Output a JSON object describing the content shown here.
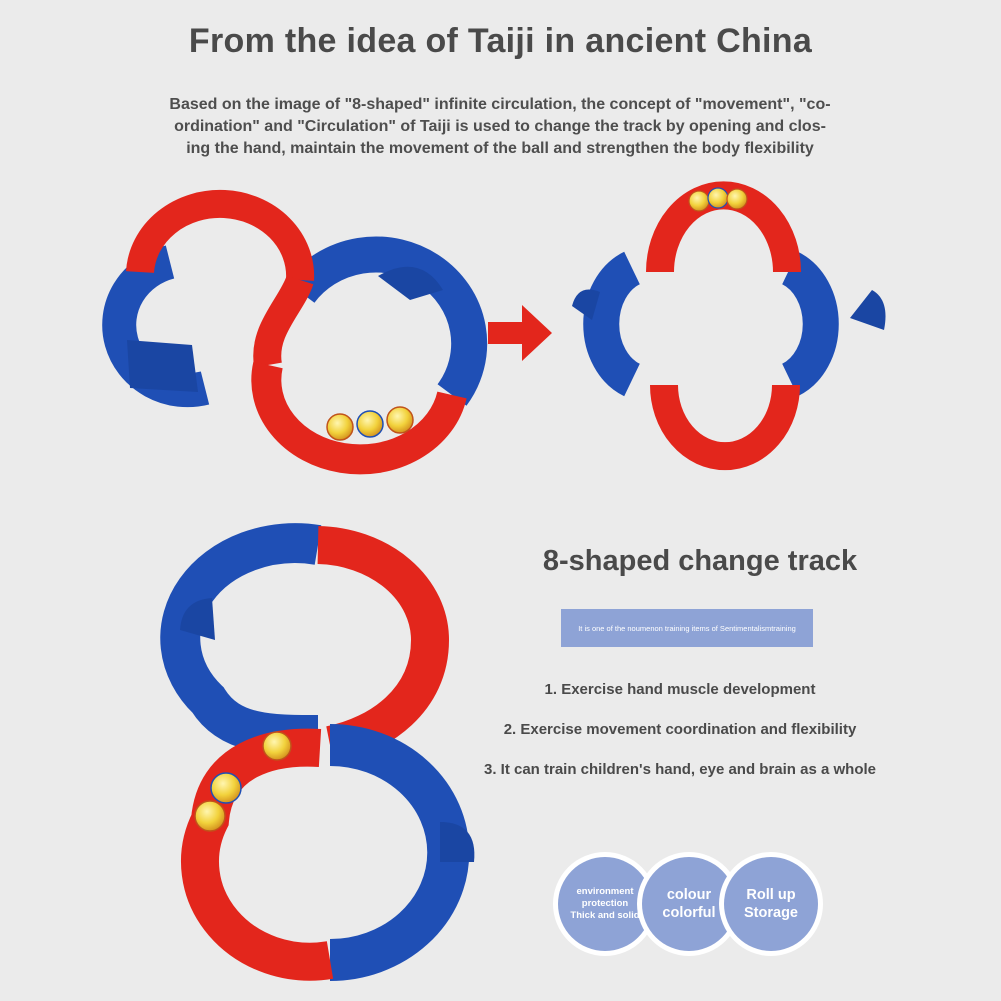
{
  "header": {
    "title": "From the idea of Taiji in ancient China",
    "description_lines": [
      "Based on the image of \"8-shaped\" infinite circulation, the concept of \"movement\", \"co-",
      "ordination\" and \"Circulation\" of Taiji is used to change the track by opening and clos-",
      "ing the hand, maintain the movement of the ball and strengthen the body flexibility"
    ]
  },
  "section": {
    "title": "8-shaped change track",
    "banner": "It is one of the noumenon training items of Sentimentalismtraining",
    "features": [
      "1. Exercise hand muscle development",
      "2. Exercise movement coordination and flexibility",
      "3. It can train children's hand, eye and brain as a whole"
    ]
  },
  "badges": [
    {
      "label": "environment\nprotection\nThick and solid"
    },
    {
      "label": "colour\ncolorful"
    },
    {
      "label": "Roll up\nStorage"
    }
  ],
  "icons": {
    "arrow": "arrow-right-icon",
    "track": "track-figure-eight",
    "ball": "ball-icon"
  },
  "colors": {
    "background": "#ebebeb",
    "track_red": "#e3261c",
    "track_blue": "#1f4fb5",
    "badge": "#8ea3d6",
    "text": "#4a4a4a"
  }
}
